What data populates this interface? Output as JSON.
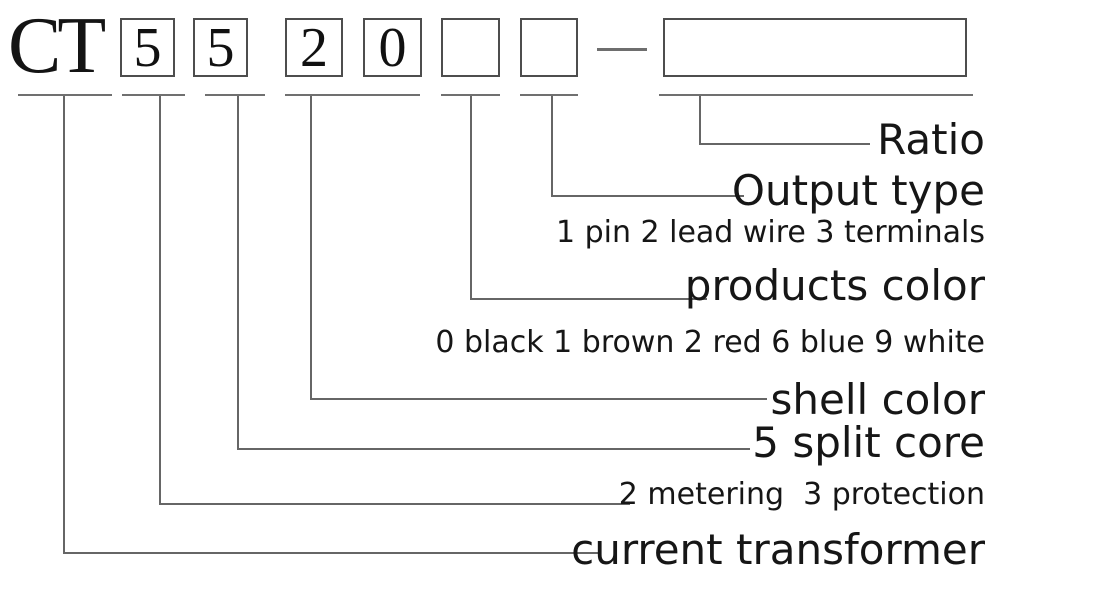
{
  "code": {
    "prefix": "CT",
    "digits": {
      "d1": "5",
      "d2": "5",
      "d3": "2",
      "d4": "0",
      "d5": "",
      "d6": ""
    },
    "ratio_value": ""
  },
  "labels": {
    "ratio": "Ratio",
    "output_type": "Output type",
    "output_type_options": "1 pin 2 lead wire 3 terminals",
    "products_color": "products color",
    "products_color_options": "0 black 1 brown 2 red 6 blue 9 white",
    "shell_color": "shell color",
    "split_core": "5 split core",
    "usage_options": "2 metering  3 protection",
    "current_transformer": "current transformer"
  },
  "colors": {
    "line": "#666666",
    "box_border": "#4d4d4d",
    "text": "#161616"
  }
}
